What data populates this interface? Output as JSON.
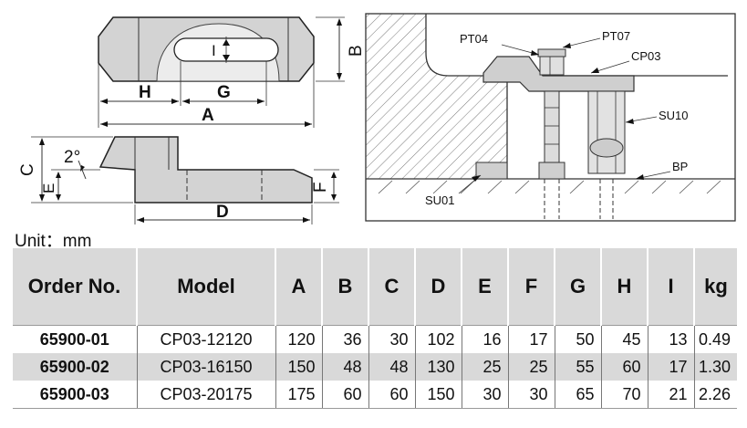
{
  "drawing_labels": {
    "dim_A": "A",
    "dim_B": "B",
    "dim_C": "C",
    "dim_D": "D",
    "dim_E": "E",
    "dim_F": "F",
    "dim_G": "G",
    "dim_H": "H",
    "dim_I": "I",
    "angle": "2°"
  },
  "assembly_labels": {
    "pt04": "PT04",
    "pt07": "PT07",
    "cp03": "CP03",
    "su10": "SU10",
    "bp": "BP",
    "su01": "SU01"
  },
  "unit_text": "Unit：mm",
  "table": {
    "headers": [
      "Order No.",
      "Model",
      "A",
      "B",
      "C",
      "D",
      "E",
      "F",
      "G",
      "H",
      "I",
      "kg"
    ],
    "rows": [
      [
        "65900-01",
        "CP03-12120",
        "120",
        "36",
        "30",
        "102",
        "16",
        "17",
        "50",
        "45",
        "13",
        "0.49"
      ],
      [
        "65900-02",
        "CP03-16150",
        "150",
        "48",
        "48",
        "130",
        "25",
        "25",
        "55",
        "60",
        "17",
        "1.30"
      ],
      [
        "65900-03",
        "CP03-20175",
        "175",
        "60",
        "60",
        "150",
        "30",
        "30",
        "65",
        "70",
        "21",
        "2.26"
      ]
    ]
  }
}
